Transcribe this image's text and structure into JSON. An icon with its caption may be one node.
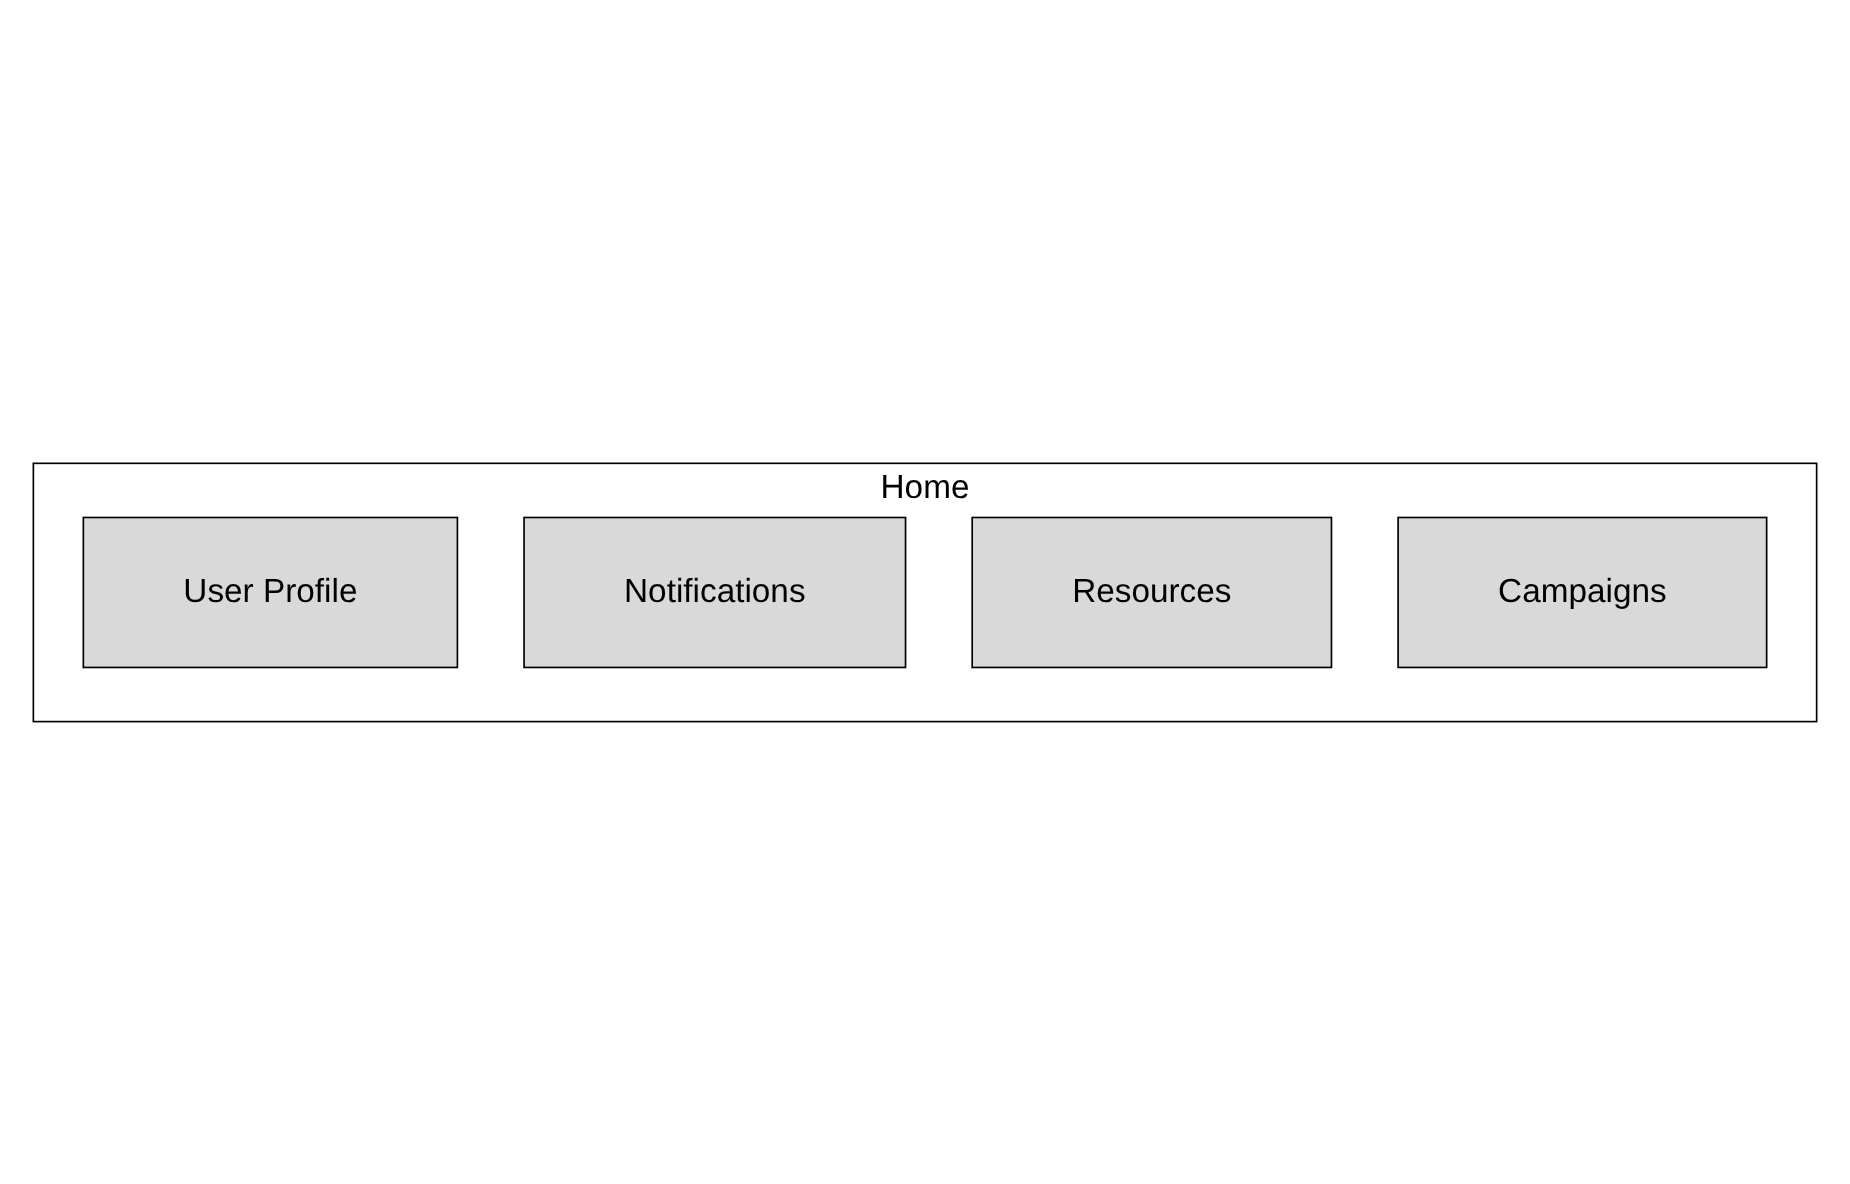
{
  "diagram": {
    "nodes": [
      {
        "text": [
          "Home"
        ]
      },
      {
        "text": [
          "User Profile"
        ],
        "in": 0
      },
      {
        "text": [
          "Notifications"
        ],
        "in": 0
      },
      {
        "text": [
          "Resources"
        ],
        "in": 0
      },
      {
        "text": [
          "Campaigns"
        ],
        "in": 0
      }
    ]
  }
}
